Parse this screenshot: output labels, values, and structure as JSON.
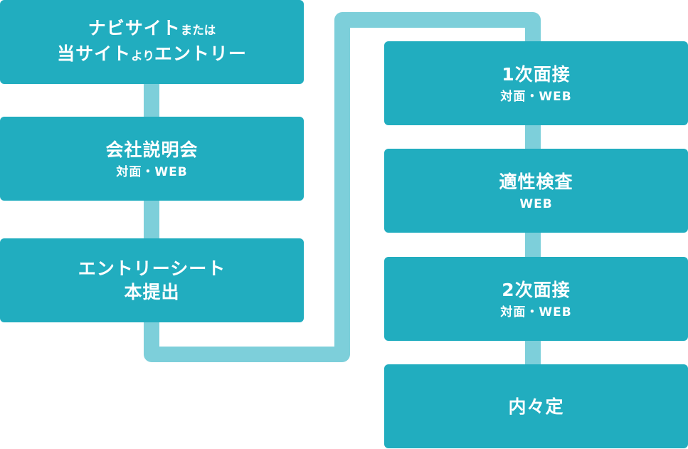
{
  "colors": {
    "box": "#21adbf",
    "connector": "#7dcfda",
    "text": "#ffffff"
  },
  "steps": [
    {
      "title_line1": "ナビサイト",
      "title_line1_small": "または",
      "title_line2": "当サイト",
      "title_line2_small": "より",
      "title_line2_end": "エントリー",
      "sub": ""
    },
    {
      "title": "会社説明会",
      "sub": "対面・WEB"
    },
    {
      "title_line1": "エントリーシート",
      "title_line2": "本提出",
      "sub": ""
    },
    {
      "title": "1次面接",
      "sub": "対面・WEB"
    },
    {
      "title": "適性検査",
      "sub": "WEB"
    },
    {
      "title": "2次面接",
      "sub": "対面・WEB"
    },
    {
      "title": "内々定",
      "sub": ""
    }
  ]
}
